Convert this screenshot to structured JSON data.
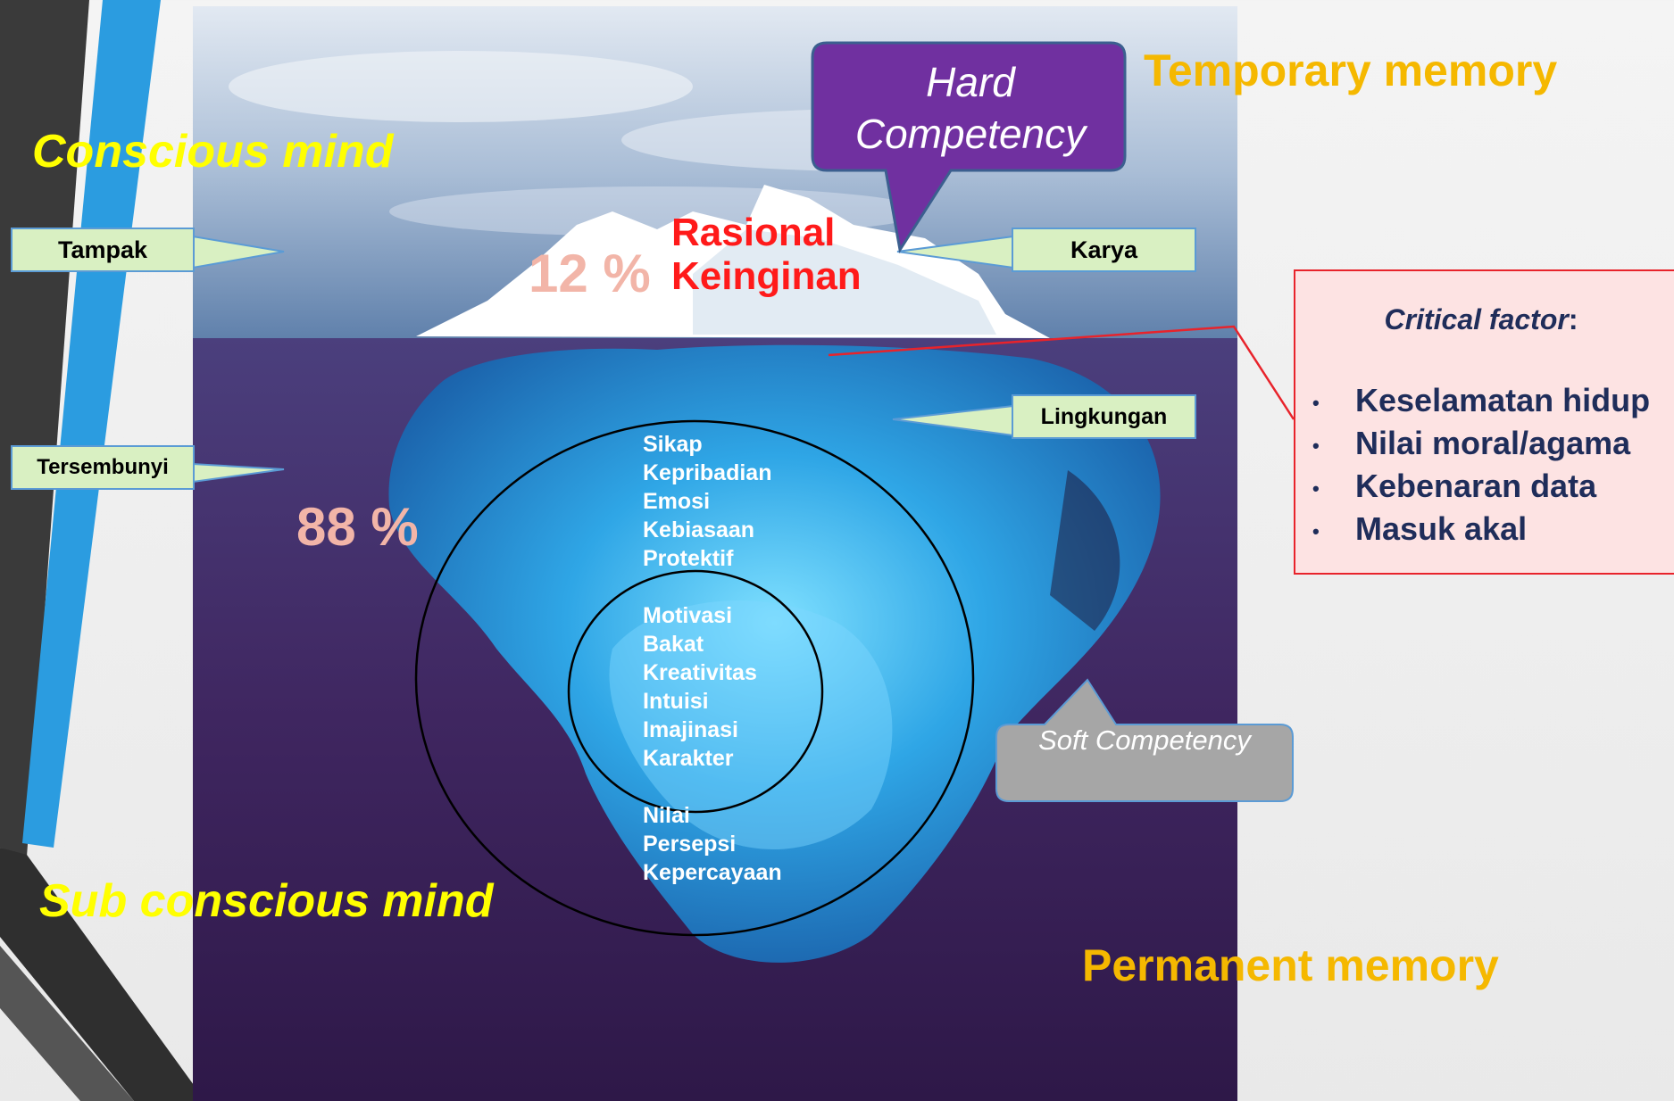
{
  "conscious_label": "Conscious mind",
  "subconscious_label": "Sub conscious mind",
  "temporary_memory": "Temporary memory",
  "permanent_memory": "Permanent memory",
  "hard_competency": [
    "Hard",
    "Competency"
  ],
  "soft_competency": "Soft Competency",
  "callouts": {
    "tampak": "Tampak",
    "tersembunyi": "Tersembunyi",
    "karya": "Karya",
    "lingkungan": "Lingkungan"
  },
  "percent_above": "12 %",
  "percent_below": "88 %",
  "tip_words": [
    "Rasional",
    "Keinginan"
  ],
  "outer_ring_items": [
    "Sikap",
    "Kepribadian",
    "Emosi",
    "Kebiasaan",
    "Protektif"
  ],
  "inner_ring_items": [
    "Motivasi",
    "Bakat",
    "Kreativitas",
    "Intuisi",
    "Imajinasi",
    "Karakter"
  ],
  "bottom_items": [
    "Nilai",
    "Persepsi",
    "Kepercayaan"
  ],
  "critical_factor": {
    "title": "Critical factor",
    "title_suffix": ":",
    "items": [
      "Keselamatan hidup",
      "Nilai moral/agama",
      "Kebenaran data",
      "Masuk akal"
    ]
  },
  "colors": {
    "sky_top": "#cfdbe8",
    "sky_bottom": "#6f8fb8",
    "ocean": "#4a2a6a",
    "ice_blue": "#33aee8",
    "hard_box": "#7030a0",
    "soft_box": "#a6a6a6",
    "label_yellow": "#ffff00",
    "memory_orange": "#f5b800",
    "critical_text": "#1f2d5a",
    "critical_border": "#e8232b"
  }
}
